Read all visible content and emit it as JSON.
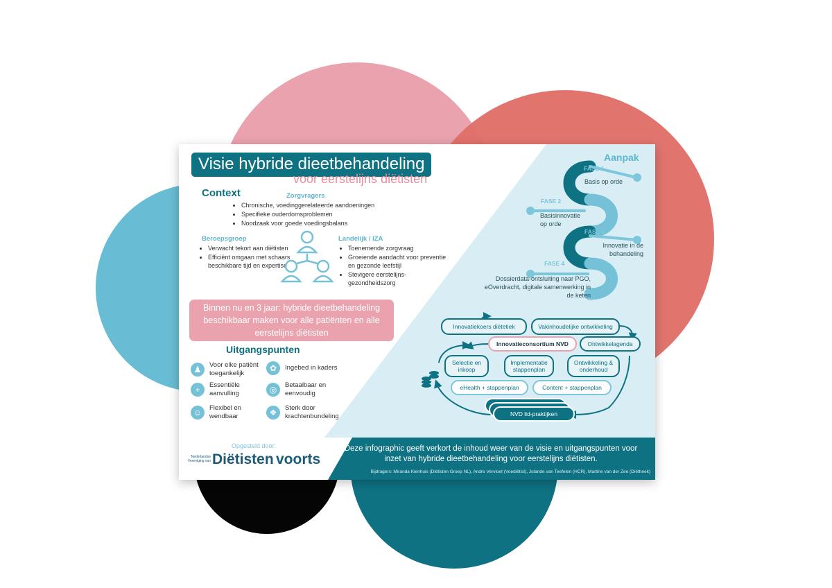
{
  "header": {
    "title": "Visie hybride dieetbehandeling",
    "subtitle": "voor eerstelijns diëtisten"
  },
  "context": {
    "heading": "Context",
    "zorgvragers": {
      "heading": "Zorgvragers",
      "items": [
        "Chronische, voedinggerelateerde aandoeningen",
        "Specifieke ouderdomsproblemen",
        "Noodzaak voor goede voedingsbalans"
      ]
    },
    "beroepsgroep": {
      "heading": "Beroepsgroep",
      "items": [
        "Verwacht tekort aan diëtisten",
        "Efficiënt omgaan met schaars beschikbare tijd en expertise"
      ]
    },
    "landelijk": {
      "heading": "Landelijk / IZA",
      "items": [
        "Toenemende zorgvraag",
        "Groeiende aandacht voor preventie en gezonde leefstijl",
        "Stevigere eerstelijns-gezondheidszorg"
      ]
    }
  },
  "target": "Binnen nu en 3 jaar: hybride dieetbehandeling beschikbaar maken voor alle patiënten en alle eerstelijns diëtisten",
  "uitgangspunten": {
    "heading": "Uitgangspunten",
    "items": [
      {
        "label": "Voor elke patiënt toegankelijk",
        "icon": "people-icon"
      },
      {
        "label": "Ingebed in kaders",
        "icon": "network-icon"
      },
      {
        "label": "Essentiële aanvulling",
        "icon": "plus-icon"
      },
      {
        "label": "Betaalbaar en eenvoudig",
        "icon": "coins-icon"
      },
      {
        "label": "Flexibel en wendbaar",
        "icon": "head-icon"
      },
      {
        "label": "Sterk door krachtenbundeling",
        "icon": "handshake-icon"
      }
    ]
  },
  "credits": {
    "opgesteld": "Opgesteld door:",
    "logo_small": "Nederlandse Vereniging van",
    "logo_main": "Diëtisten",
    "logo_partner": "voorts"
  },
  "aanpak": {
    "heading": "Aanpak",
    "fases": [
      {
        "label": "FASE 1",
        "text": "Basis op orde"
      },
      {
        "label": "FASE 2",
        "text": "Basisinnovatie op orde"
      },
      {
        "label": "FASE 3",
        "text": "Innovatie in de behandeling"
      },
      {
        "label": "FASE 4",
        "text": "Dossierdata-ontsluiting naar PGO, eOverdracht, digitale samenwerking in de keten"
      }
    ]
  },
  "diagram": {
    "innovatiekoers": "Innovatiekoers diëtetiek",
    "vakinhoudelijke": "Vakinhoudelijke ontwikkeling",
    "consortium": "Innovatieconsortium NVD",
    "ontwikkelagenda": "Ontwikkelagenda",
    "selectie": "Selectie en inkoop",
    "implementatie": "Implementatie stappenplan",
    "ontwikkeling": "Ontwikkeling & onderhoud",
    "ehealth": "eHealth + stappenplan",
    "content": "Content + stappenplan",
    "lidpraktijken": "NVD lid-praktijken"
  },
  "footer": {
    "text": "Deze infographic geeft verkort de inhoud weer van de visie en uitgangspunten voor inzet van hybride dieetbehandeling voor eerstelijns diëtisten.",
    "contributors": "Bijdragers: Miranda Kienhuis (Diëtisten Groep NL), Andre Vervloet (Voediëtist), Jolande van Teefelen (HCR), Martine van der Zee (Diëtheek)"
  },
  "colors": {
    "teal_dark": "#0f7283",
    "teal_light": "#5db6cf",
    "pink": "#e9a2ae",
    "coral": "#e06f68",
    "blue_blob": "#68bdd4"
  }
}
